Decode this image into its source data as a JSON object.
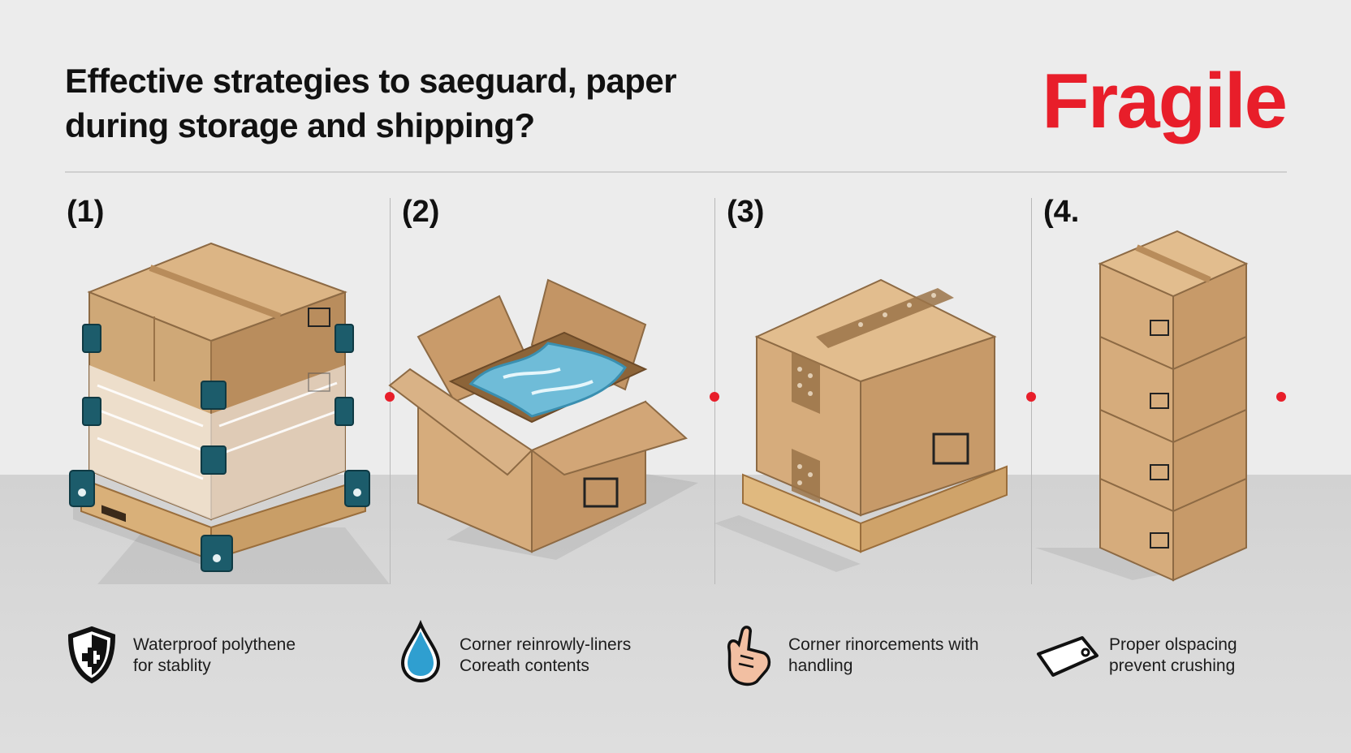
{
  "header": {
    "title_line1": "Effective strategies to saeguard, paper",
    "title_line2": "during storage and shipping?",
    "brand_word": "Fragile"
  },
  "colors": {
    "accent_red": "#e81e2a",
    "cardboard": "#d6ac7c",
    "cardboard_dark": "#b8895a",
    "pallet_wood": "#e0b97f",
    "corner_guard": "#1c5c6b",
    "water_blue": "#6fbcd8"
  },
  "steps": [
    {
      "number": "(1)",
      "icon": "shield-plus-icon",
      "caption_line1": "Waterproof polythene",
      "caption_line2": "for stablity"
    },
    {
      "number": "(2)",
      "icon": "water-drop-icon",
      "caption_line1": "Corner reinrowly-liners",
      "caption_line2": "Coreath contents"
    },
    {
      "number": "(3)",
      "icon": "hand-icon",
      "caption_line1": "Corner rinorcements with",
      "caption_line2": "handling"
    },
    {
      "number": "(4.",
      "icon": "tag-icon",
      "caption_line1": "Proper olspacing",
      "caption_line2": "prevent crushing"
    }
  ]
}
